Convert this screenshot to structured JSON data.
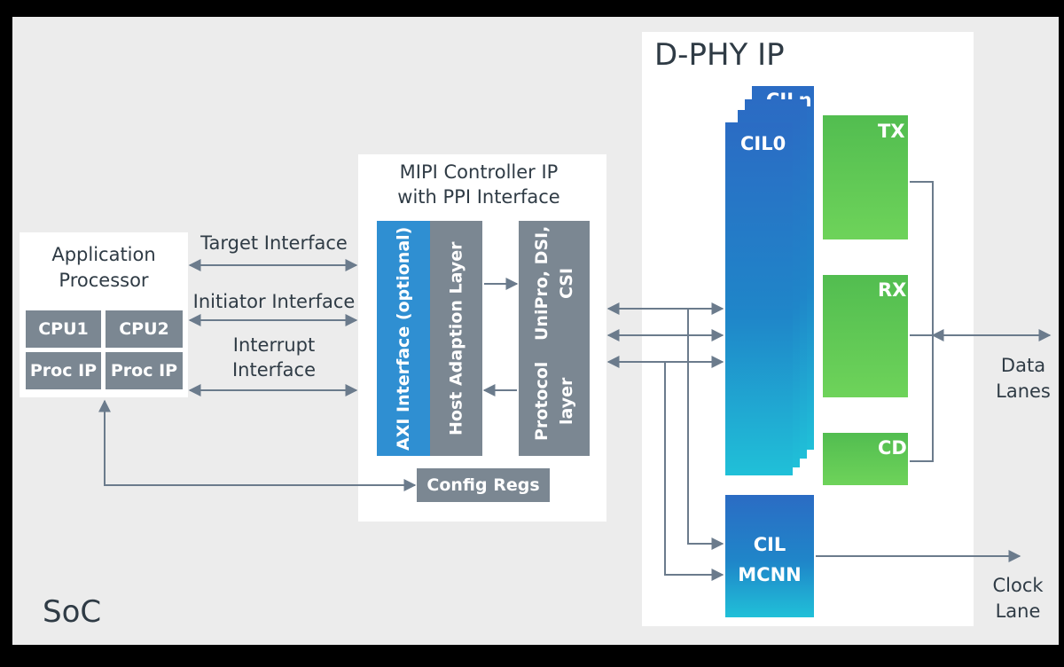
{
  "soc": {
    "label": "SoC"
  },
  "app_processor": {
    "title_line1": "Application",
    "title_line2": "Processor",
    "cells": [
      "CPU1",
      "CPU2",
      "Proc IP",
      "Proc IP"
    ]
  },
  "interfaces": {
    "target": "Target Interface",
    "initiator": "Initiator Interface",
    "interrupt_line1": "Interrupt",
    "interrupt_line2": "Interface"
  },
  "controller": {
    "title_line1": "MIPI Controller IP",
    "title_line2": "with PPI Interface",
    "axi": "AXI Interface (optional)",
    "host": "Host Adaption Layer",
    "protocol_line1": "Protocol layer",
    "protocol_line2": "UniPro, DSI, CSI",
    "config": "Config Regs"
  },
  "dphy": {
    "title": "D-PHY IP",
    "ciln": "CILn",
    "cil0": "CIL0",
    "tx": "TX",
    "rx": "RX",
    "cd": "CD",
    "cil_line1": "CIL",
    "cil_line2": "MCNN"
  },
  "outputs": {
    "data_line1": "Data",
    "data_line2": "Lanes",
    "clock_line1": "Clock",
    "clock_line2": "Lane"
  },
  "colors": {
    "line": "#6b7b8c",
    "gray_block": "#7b8792",
    "blue": "#1f86c9",
    "green": "#5cc755"
  }
}
